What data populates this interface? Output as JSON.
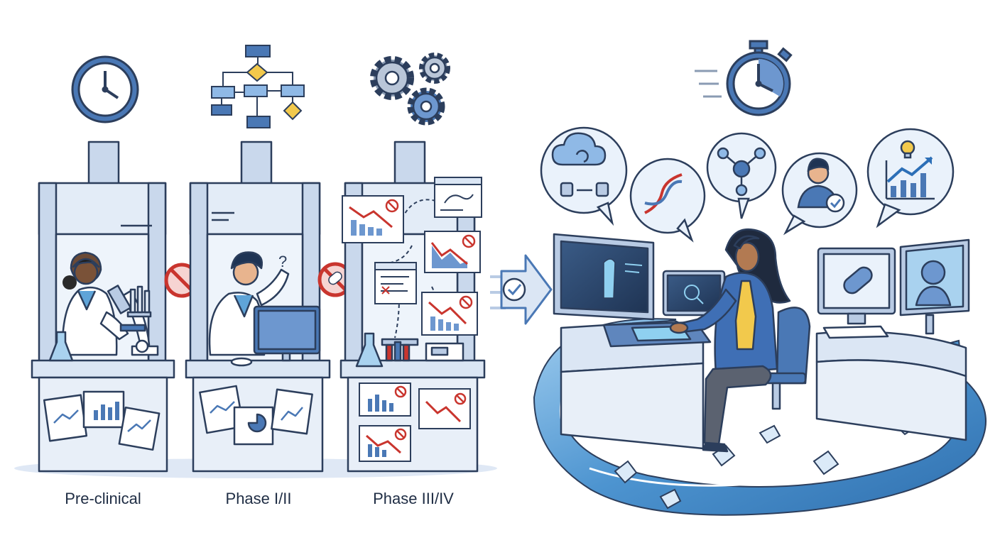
{
  "stages": [
    {
      "label": "Pre-clinical",
      "top_icon": "clock-icon"
    },
    {
      "label": "Phase I/II",
      "top_icon": "flowchart-icon"
    },
    {
      "label": "Phase III/IV",
      "top_icon": "gears-icon"
    }
  ],
  "transition_icon": "check-arrow-icon",
  "integrated": {
    "top_icon": "stopwatch-icon",
    "bubbles": [
      "cloud-data-icon",
      "dna-icon",
      "network-icon",
      "user-verified-icon",
      "insight-chart-icon"
    ],
    "screens": [
      "body-scan-screen",
      "magnifier-screen",
      "pill-screen",
      "patient-profile-screen"
    ]
  },
  "colors": {
    "outline": "#2c3e5c",
    "panel": "#dbe6f4",
    "panel_dark": "#b9cbe4",
    "blue": "#4a78b5",
    "red": "#c9352e",
    "yellow": "#f2c94c",
    "water": "#5fa4d8"
  }
}
